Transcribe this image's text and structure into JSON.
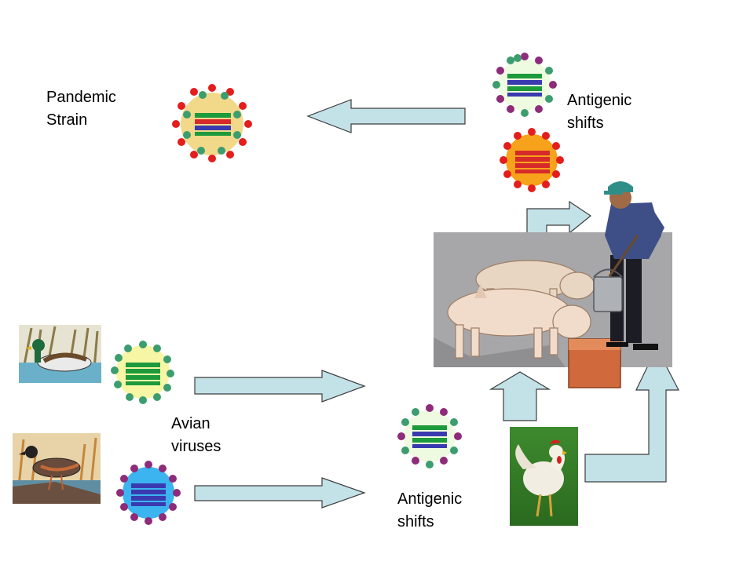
{
  "labels": {
    "pandemic": {
      "line1": "Pandemic",
      "line2": "Strain"
    },
    "avian": {
      "line1": "Avian",
      "line2": "viruses"
    },
    "shift_top": {
      "line1": "Antigenic",
      "line2": "shifts"
    },
    "shift_bottom": {
      "line1": "Antigenic",
      "line2": "shifts"
    }
  },
  "colors": {
    "arrow_fill": "#c3e2e8",
    "arrow_stroke": "#3d3d3d",
    "spike_red": "#e41d1d",
    "spike_green": "#3c9d6e",
    "spike_purple": "#8e2b7a",
    "rna_green": "#1d9a3c",
    "rna_red": "#d62a2a",
    "rna_blue": "#3a3ab0"
  },
  "pictures": {
    "duck": "mallard-duck-picture",
    "bird": "wild-bird-picture",
    "chicken": "rooster-picture",
    "farm": "pigs-and-farmer-picture"
  }
}
